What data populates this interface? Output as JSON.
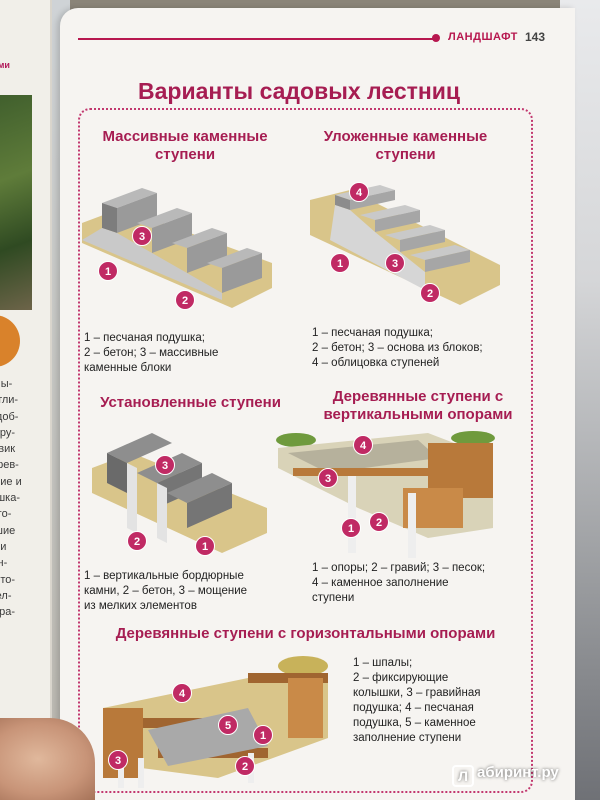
{
  "header": {
    "section": "ЛАНДШАФТ",
    "page_number": "143"
  },
  "title": "Варианты садовых лестниц",
  "left_page": {
    "top_text": "е\nадами",
    "text": "замы-\nи отли-\nь удоб-\nсоору-\nгравик\nь брев-\nнение и\nлышка-\nе сто-\nльшие\nвали\nгрун-\nанито-\nемел-\nтерра-\nем\nвсе"
  },
  "sections": [
    {
      "title": "Массивные каменные\nступени",
      "legend": "1 – песчаная подушка;\n2 – бетон; 3 – массивные\nкаменные блоки"
    },
    {
      "title": "Уложенные каменные\nступени",
      "legend": "1 – песчаная подушка;\n2 – бетон; 3 – основа из блоков;\n4 – облицовка ступеней"
    },
    {
      "title": "Установленные ступени",
      "legend": "1 – вертикальные бордюрные\nкамни, 2 – бетон, 3 – мощение\nиз мелких элементов"
    },
    {
      "title": "Деревянные ступени с\nвертикальными опорами",
      "legend": "1 – опоры; 2 – гравий; 3 – песок;\n4 – каменное заполнение\nступени"
    },
    {
      "title": "Деревянные ступени с горизонтальными опорами",
      "legend": "1 – шпалы;\n2 – фиксирующие\nколышки, 3 – гравийная\nподушка; 4 – песчаная\nподушка, 5 – каменное\nзаполнение ступени"
    }
  ],
  "badges": [
    "1",
    "2",
    "3",
    "4",
    "5"
  ],
  "watermark": "абиринт.ру",
  "watermark_logo": "Л",
  "colors": {
    "accent": "#a61d52",
    "badge": "#c02a64",
    "stone": "#9a9a9a",
    "sand": "#d9c58a",
    "wood": "#b8793a"
  }
}
